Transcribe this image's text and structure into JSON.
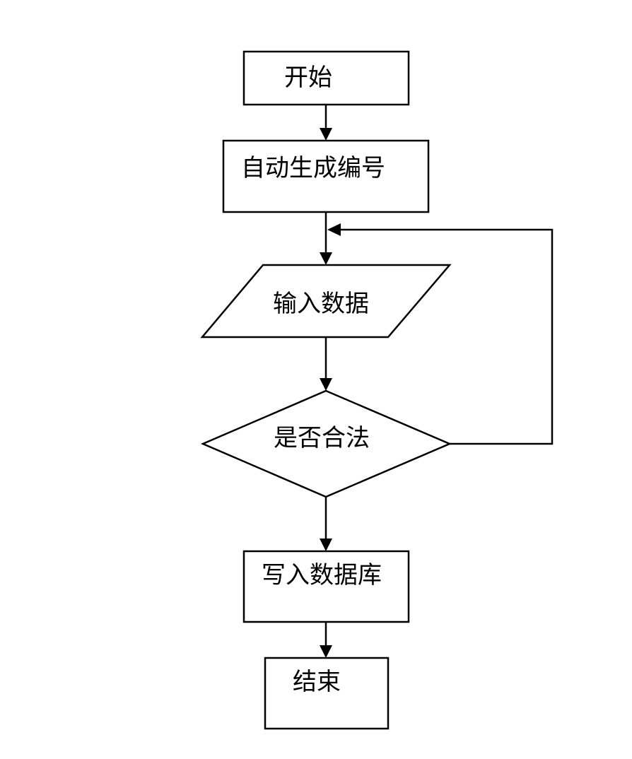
{
  "flowchart": {
    "nodes": {
      "start": {
        "label": "开始",
        "shape": "rectangle"
      },
      "generate_id": {
        "label": "自动生成编号",
        "shape": "rectangle"
      },
      "input_data": {
        "label": "输入数据",
        "shape": "parallelogram"
      },
      "is_valid": {
        "label": "是否合法",
        "shape": "diamond"
      },
      "write_db": {
        "label": "写入数据库",
        "shape": "rectangle"
      },
      "end": {
        "label": "结束",
        "shape": "rectangle"
      }
    },
    "edges": [
      {
        "from": "start",
        "to": "generate_id"
      },
      {
        "from": "generate_id",
        "to": "input_data"
      },
      {
        "from": "input_data",
        "to": "is_valid"
      },
      {
        "from": "is_valid",
        "to": "input_data",
        "route": "loop-back-right"
      },
      {
        "from": "is_valid",
        "to": "write_db"
      },
      {
        "from": "write_db",
        "to": "end"
      }
    ],
    "colors": {
      "stroke": "#000000",
      "fill": "#ffffff",
      "text": "#000000"
    }
  }
}
